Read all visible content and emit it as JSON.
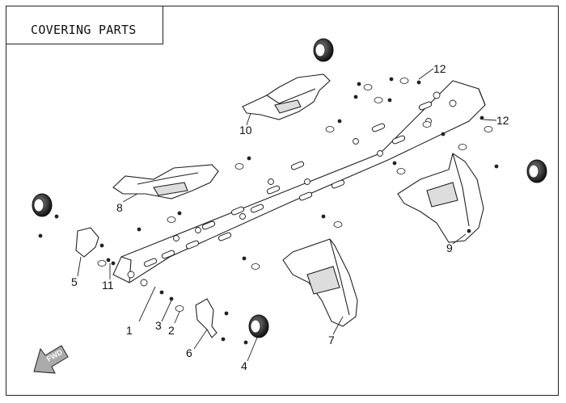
{
  "title": "COVERING PARTS",
  "fwd_label": "FWD",
  "callouts": [
    {
      "id": "1",
      "label": "1"
    },
    {
      "id": "2",
      "label": "2"
    },
    {
      "id": "3",
      "label": "3"
    },
    {
      "id": "4",
      "label": "4"
    },
    {
      "id": "5",
      "label": "5"
    },
    {
      "id": "6",
      "label": "6"
    },
    {
      "id": "7",
      "label": "7"
    },
    {
      "id": "8",
      "label": "8"
    },
    {
      "id": "9",
      "label": "9"
    },
    {
      "id": "10",
      "label": "10"
    },
    {
      "id": "11",
      "label": "11"
    },
    {
      "id": "12a",
      "label": "12"
    },
    {
      "id": "12b",
      "label": "12"
    }
  ]
}
